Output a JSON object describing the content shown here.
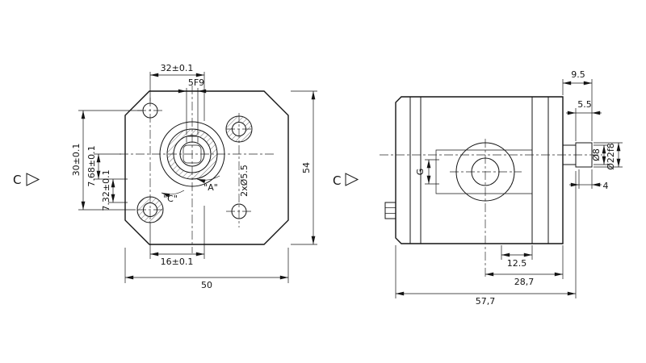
{
  "drawing": {
    "front_view": {
      "marker": "C",
      "dim_top_width": "32±0.1",
      "dim_keyway": "5F9",
      "dim_height": "54",
      "dim_hole_span": "30±0.1",
      "dim_offset_upper": "7.68±0.1",
      "dim_offset_lower": "7.32±0.1",
      "dim_holes": "2xØ5.5",
      "dim_bottom_inner": "16±0.1",
      "dim_bottom_width": "50",
      "label_a": "\"A\"",
      "label_c": "\"C\""
    },
    "side_view": {
      "marker": "C",
      "dim_shaft_protrusion": "9.5",
      "dim_bearing_width": "5.5",
      "dim_shaft_dia": "Ø8",
      "dim_pilot_dia": "Ø22f8",
      "dim_key": "4",
      "dim_port_to_face": "12.5",
      "dim_center_to_end": "28,7",
      "dim_total_length": "57,7",
      "label_port": "G"
    }
  }
}
